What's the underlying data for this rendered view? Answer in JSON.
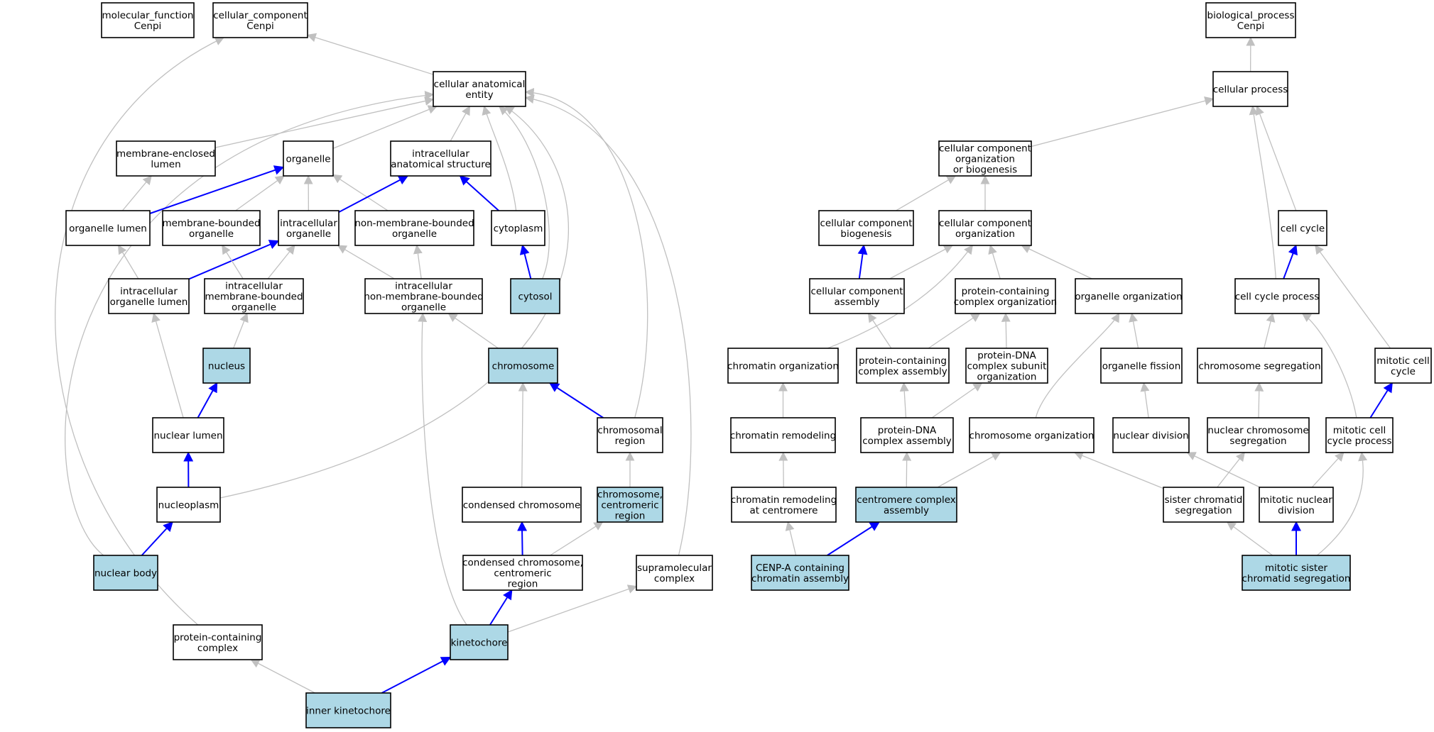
{
  "colors": {
    "highlight_fill": "#add8e6",
    "normal_fill": "#ffffff",
    "is_a_edge": "#c0c0c0",
    "part_of_edge": "#0000ff"
  },
  "nodes": [
    {
      "id": "mf_root",
      "lines": [
        "molecular_function",
        "Cenpi"
      ],
      "highlight": false
    },
    {
      "id": "cc_root",
      "lines": [
        "cellular_component",
        "Cenpi"
      ],
      "highlight": false
    },
    {
      "id": "bp_root",
      "lines": [
        "biological_process",
        "Cenpi"
      ],
      "highlight": false
    },
    {
      "id": "cae",
      "lines": [
        "cellular anatomical",
        "entity"
      ],
      "highlight": false
    },
    {
      "id": "mel",
      "lines": [
        "membrane-enclosed",
        "lumen"
      ],
      "highlight": false
    },
    {
      "id": "organelle",
      "lines": [
        "organelle"
      ],
      "highlight": false
    },
    {
      "id": "ias",
      "lines": [
        "intracellular",
        "anatomical structure"
      ],
      "highlight": false
    },
    {
      "id": "organelle_lumen",
      "lines": [
        "organelle lumen"
      ],
      "highlight": false
    },
    {
      "id": "mbo",
      "lines": [
        "membrane-bounded",
        "organelle"
      ],
      "highlight": false
    },
    {
      "id": "io",
      "lines": [
        "intracellular",
        "organelle"
      ],
      "highlight": false
    },
    {
      "id": "nmbo",
      "lines": [
        "non-membrane-bounded",
        "organelle"
      ],
      "highlight": false
    },
    {
      "id": "cytoplasm",
      "lines": [
        "cytoplasm"
      ],
      "highlight": false
    },
    {
      "id": "iol",
      "lines": [
        "intracellular",
        "organelle lumen"
      ],
      "highlight": false
    },
    {
      "id": "imbo",
      "lines": [
        "intracellular",
        "membrane-bounded",
        "organelle"
      ],
      "highlight": false
    },
    {
      "id": "inmbo",
      "lines": [
        "intracellular",
        "non-membrane-bounded",
        "organelle"
      ],
      "highlight": false
    },
    {
      "id": "cytosol",
      "lines": [
        "cytosol"
      ],
      "highlight": true
    },
    {
      "id": "nucleus",
      "lines": [
        "nucleus"
      ],
      "highlight": true
    },
    {
      "id": "chromosome",
      "lines": [
        "chromosome"
      ],
      "highlight": true
    },
    {
      "id": "nuclear_lumen",
      "lines": [
        "nuclear lumen"
      ],
      "highlight": false
    },
    {
      "id": "chromosomal_region",
      "lines": [
        "chromosomal",
        "region"
      ],
      "highlight": false
    },
    {
      "id": "nucleoplasm",
      "lines": [
        "nucleoplasm"
      ],
      "highlight": false
    },
    {
      "id": "condensed_chromosome",
      "lines": [
        "condensed chromosome"
      ],
      "highlight": false
    },
    {
      "id": "ccr",
      "lines": [
        "chromosome,",
        "centromeric",
        "region"
      ],
      "highlight": true
    },
    {
      "id": "nuclear_body",
      "lines": [
        "nuclear body"
      ],
      "highlight": true
    },
    {
      "id": "cccr",
      "lines": [
        "condensed chromosome,",
        "centromeric",
        "region"
      ],
      "highlight": false
    },
    {
      "id": "supramolecular",
      "lines": [
        "supramolecular",
        "complex"
      ],
      "highlight": false
    },
    {
      "id": "pcc",
      "lines": [
        "protein-containing",
        "complex"
      ],
      "highlight": false
    },
    {
      "id": "kinetochore",
      "lines": [
        "kinetochore"
      ],
      "highlight": true
    },
    {
      "id": "inner_kinetochore",
      "lines": [
        "inner kinetochore"
      ],
      "highlight": true
    },
    {
      "id": "cellular_process",
      "lines": [
        "cellular process"
      ],
      "highlight": false
    },
    {
      "id": "ccob",
      "lines": [
        "cellular component",
        "organization",
        "or biogenesis"
      ],
      "highlight": false
    },
    {
      "id": "ccb",
      "lines": [
        "cellular component",
        "biogenesis"
      ],
      "highlight": false
    },
    {
      "id": "cco",
      "lines": [
        "cellular component",
        "organization"
      ],
      "highlight": false
    },
    {
      "id": "cell_cycle",
      "lines": [
        "cell cycle"
      ],
      "highlight": false
    },
    {
      "id": "cca",
      "lines": [
        "cellular component",
        "assembly"
      ],
      "highlight": false
    },
    {
      "id": "pco",
      "lines": [
        "protein-containing",
        "complex organization"
      ],
      "highlight": false
    },
    {
      "id": "org_org",
      "lines": [
        "organelle organization"
      ],
      "highlight": false
    },
    {
      "id": "ccp",
      "lines": [
        "cell cycle process"
      ],
      "highlight": false
    },
    {
      "id": "chrom_org",
      "lines": [
        "chromatin organization"
      ],
      "highlight": false
    },
    {
      "id": "pca",
      "lines": [
        "protein-containing",
        "complex assembly"
      ],
      "highlight": false
    },
    {
      "id": "pdcso",
      "lines": [
        "protein-DNA",
        "complex subunit",
        "organization"
      ],
      "highlight": false
    },
    {
      "id": "org_fission",
      "lines": [
        "organelle fission"
      ],
      "highlight": false
    },
    {
      "id": "chr_seg",
      "lines": [
        "chromosome segregation"
      ],
      "highlight": false
    },
    {
      "id": "mcc",
      "lines": [
        "mitotic cell",
        "cycle"
      ],
      "highlight": false
    },
    {
      "id": "chrom_remod",
      "lines": [
        "chromatin remodeling"
      ],
      "highlight": false
    },
    {
      "id": "pdca",
      "lines": [
        "protein-DNA",
        "complex assembly"
      ],
      "highlight": false
    },
    {
      "id": "chromo_org",
      "lines": [
        "chromosome organization"
      ],
      "highlight": false
    },
    {
      "id": "nuc_div",
      "lines": [
        "nuclear division"
      ],
      "highlight": false
    },
    {
      "id": "ncs",
      "lines": [
        "nuclear chromosome",
        "segregation"
      ],
      "highlight": false
    },
    {
      "id": "mccp",
      "lines": [
        "mitotic cell",
        "cycle process"
      ],
      "highlight": false
    },
    {
      "id": "crac",
      "lines": [
        "chromatin remodeling",
        "at centromere"
      ],
      "highlight": false
    },
    {
      "id": "cca2",
      "lines": [
        "centromere complex",
        "assembly"
      ],
      "highlight": true
    },
    {
      "id": "scs",
      "lines": [
        "sister chromatid",
        "segregation"
      ],
      "highlight": false
    },
    {
      "id": "mnd",
      "lines": [
        "mitotic nuclear",
        "division"
      ],
      "highlight": false
    },
    {
      "id": "cenpa",
      "lines": [
        "CENP-A containing",
        "chromatin assembly"
      ],
      "highlight": true
    },
    {
      "id": "mscs",
      "lines": [
        "mitotic sister",
        "chromatid segregation"
      ],
      "highlight": true
    }
  ],
  "edges": [
    {
      "from": "cae",
      "to": "cc_root",
      "type": "is_a"
    },
    {
      "from": "pcc",
      "to": "cc_root",
      "type": "is_a"
    },
    {
      "from": "mel",
      "to": "cae",
      "type": "is_a"
    },
    {
      "from": "organelle",
      "to": "cae",
      "type": "is_a"
    },
    {
      "from": "ias",
      "to": "cae",
      "type": "is_a"
    },
    {
      "from": "cytoplasm",
      "to": "cae",
      "type": "is_a"
    },
    {
      "from": "cytosol",
      "to": "cae",
      "type": "is_a"
    },
    {
      "from": "chromosomal_region",
      "to": "cae",
      "type": "is_a"
    },
    {
      "from": "supramolecular",
      "to": "cae",
      "type": "is_a"
    },
    {
      "from": "nuclear_body",
      "to": "cae",
      "type": "is_a"
    },
    {
      "from": "nucleoplasm",
      "to": "cae",
      "type": "is_a"
    },
    {
      "from": "organelle_lumen",
      "to": "mel",
      "type": "is_a"
    },
    {
      "from": "organelle_lumen",
      "to": "organelle",
      "type": "part_of"
    },
    {
      "from": "mbo",
      "to": "organelle",
      "type": "is_a"
    },
    {
      "from": "io",
      "to": "organelle",
      "type": "is_a"
    },
    {
      "from": "nmbo",
      "to": "organelle",
      "type": "is_a"
    },
    {
      "from": "io",
      "to": "ias",
      "type": "part_of"
    },
    {
      "from": "cytoplasm",
      "to": "ias",
      "type": "part_of"
    },
    {
      "from": "iol",
      "to": "organelle_lumen",
      "type": "is_a"
    },
    {
      "from": "iol",
      "to": "io",
      "type": "part_of"
    },
    {
      "from": "imbo",
      "to": "mbo",
      "type": "is_a"
    },
    {
      "from": "imbo",
      "to": "io",
      "type": "is_a"
    },
    {
      "from": "inmbo",
      "to": "io",
      "type": "is_a"
    },
    {
      "from": "inmbo",
      "to": "nmbo",
      "type": "is_a"
    },
    {
      "from": "cytosol",
      "to": "cytoplasm",
      "type": "part_of"
    },
    {
      "from": "nucleus",
      "to": "imbo",
      "type": "is_a"
    },
    {
      "from": "chromosome",
      "to": "inmbo",
      "type": "is_a"
    },
    {
      "from": "nuclear_lumen",
      "to": "iol",
      "type": "is_a"
    },
    {
      "from": "nuclear_lumen",
      "to": "nucleus",
      "type": "part_of"
    },
    {
      "from": "chromosomal_region",
      "to": "chromosome",
      "type": "part_of"
    },
    {
      "from": "nucleoplasm",
      "to": "nuclear_lumen",
      "type": "part_of"
    },
    {
      "from": "condensed_chromosome",
      "to": "chromosome",
      "type": "is_a"
    },
    {
      "from": "ccr",
      "to": "chromosomal_region",
      "type": "is_a"
    },
    {
      "from": "nuclear_body",
      "to": "nucleoplasm",
      "type": "part_of"
    },
    {
      "from": "cccr",
      "to": "condensed_chromosome",
      "type": "part_of"
    },
    {
      "from": "cccr",
      "to": "ccr",
      "type": "is_a"
    },
    {
      "from": "kinetochore",
      "to": "inmbo",
      "type": "is_a"
    },
    {
      "from": "kinetochore",
      "to": "cccr",
      "type": "part_of"
    },
    {
      "from": "kinetochore",
      "to": "supramolecular",
      "type": "is_a"
    },
    {
      "from": "inner_kinetochore",
      "to": "pcc",
      "type": "is_a"
    },
    {
      "from": "inner_kinetochore",
      "to": "kinetochore",
      "type": "part_of"
    },
    {
      "from": "cellular_process",
      "to": "bp_root",
      "type": "is_a"
    },
    {
      "from": "ccob",
      "to": "cellular_process",
      "type": "is_a"
    },
    {
      "from": "cell_cycle",
      "to": "cellular_process",
      "type": "is_a"
    },
    {
      "from": "ccp",
      "to": "cellular_process",
      "type": "is_a"
    },
    {
      "from": "ccb",
      "to": "ccob",
      "type": "is_a"
    },
    {
      "from": "cco",
      "to": "ccob",
      "type": "is_a"
    },
    {
      "from": "cca",
      "to": "ccb",
      "type": "part_of"
    },
    {
      "from": "cca",
      "to": "cco",
      "type": "is_a"
    },
    {
      "from": "pco",
      "to": "cco",
      "type": "is_a"
    },
    {
      "from": "org_org",
      "to": "cco",
      "type": "is_a"
    },
    {
      "from": "chrom_org",
      "to": "cco",
      "type": "is_a"
    },
    {
      "from": "ccp",
      "to": "cell_cycle",
      "type": "part_of"
    },
    {
      "from": "mcc",
      "to": "cell_cycle",
      "type": "is_a"
    },
    {
      "from": "pca",
      "to": "cca",
      "type": "is_a"
    },
    {
      "from": "pca",
      "to": "pco",
      "type": "is_a"
    },
    {
      "from": "pdcso",
      "to": "pco",
      "type": "is_a"
    },
    {
      "from": "org_fission",
      "to": "org_org",
      "type": "is_a"
    },
    {
      "from": "chromo_org",
      "to": "org_org",
      "type": "is_a"
    },
    {
      "from": "chr_seg",
      "to": "ccp",
      "type": "is_a"
    },
    {
      "from": "mccp",
      "to": "ccp",
      "type": "is_a"
    },
    {
      "from": "chrom_remod",
      "to": "chrom_org",
      "type": "is_a"
    },
    {
      "from": "pdca",
      "to": "pca",
      "type": "is_a"
    },
    {
      "from": "pdca",
      "to": "pdcso",
      "type": "is_a"
    },
    {
      "from": "nuc_div",
      "to": "org_fission",
      "type": "is_a"
    },
    {
      "from": "ncs",
      "to": "chr_seg",
      "type": "is_a"
    },
    {
      "from": "mccp",
      "to": "mcc",
      "type": "part_of"
    },
    {
      "from": "crac",
      "to": "chrom_remod",
      "type": "is_a"
    },
    {
      "from": "cca2",
      "to": "pdca",
      "type": "is_a"
    },
    {
      "from": "cca2",
      "to": "chromo_org",
      "type": "is_a"
    },
    {
      "from": "scs",
      "to": "chromo_org",
      "type": "is_a"
    },
    {
      "from": "scs",
      "to": "ncs",
      "type": "is_a"
    },
    {
      "from": "mnd",
      "to": "nuc_div",
      "type": "is_a"
    },
    {
      "from": "mnd",
      "to": "mccp",
      "type": "is_a"
    },
    {
      "from": "cenpa",
      "to": "crac",
      "type": "is_a"
    },
    {
      "from": "cenpa",
      "to": "cca2",
      "type": "part_of"
    },
    {
      "from": "mscs",
      "to": "scs",
      "type": "is_a"
    },
    {
      "from": "mscs",
      "to": "mnd",
      "type": "part_of"
    },
    {
      "from": "mscs",
      "to": "mccp",
      "type": "is_a"
    }
  ]
}
